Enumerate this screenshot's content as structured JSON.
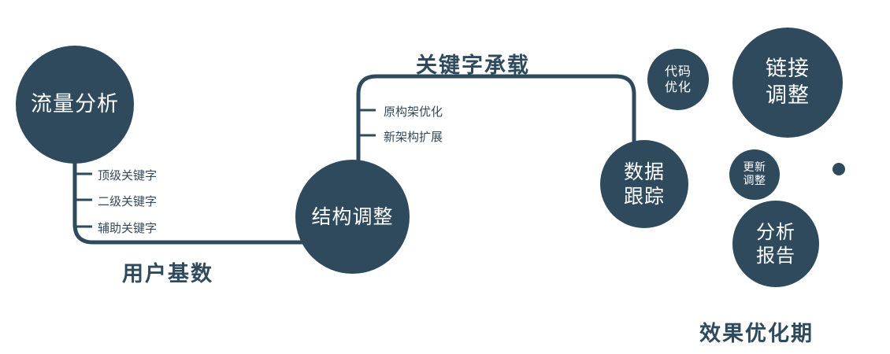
{
  "palette": {
    "node_fill": "#2e4a5c",
    "line": "#2e4a5c",
    "label_text": "#2e4a5c",
    "node_text": "#ffffff",
    "background": "#ffffff"
  },
  "nodes": {
    "traffic": {
      "label": "流量分析"
    },
    "structure": {
      "label": "结构调整"
    },
    "data_tracking": {
      "label": "数据\n跟踪"
    },
    "code_opt": {
      "label": "代码\n优化"
    },
    "link_adjust": {
      "label": "链接\n调整"
    },
    "update_adjust": {
      "label": "更新\n调整"
    },
    "report": {
      "label": "分析\n报告"
    }
  },
  "edges": {
    "user_base_label": "用户基数",
    "keyword_carry_label": "关键字承载"
  },
  "branches": {
    "traffic": [
      "顶级关键字",
      "二级关键字",
      "辅助关键字"
    ],
    "structure": [
      "原构架优化",
      "新架构扩展"
    ]
  },
  "caption": "效果优化期"
}
